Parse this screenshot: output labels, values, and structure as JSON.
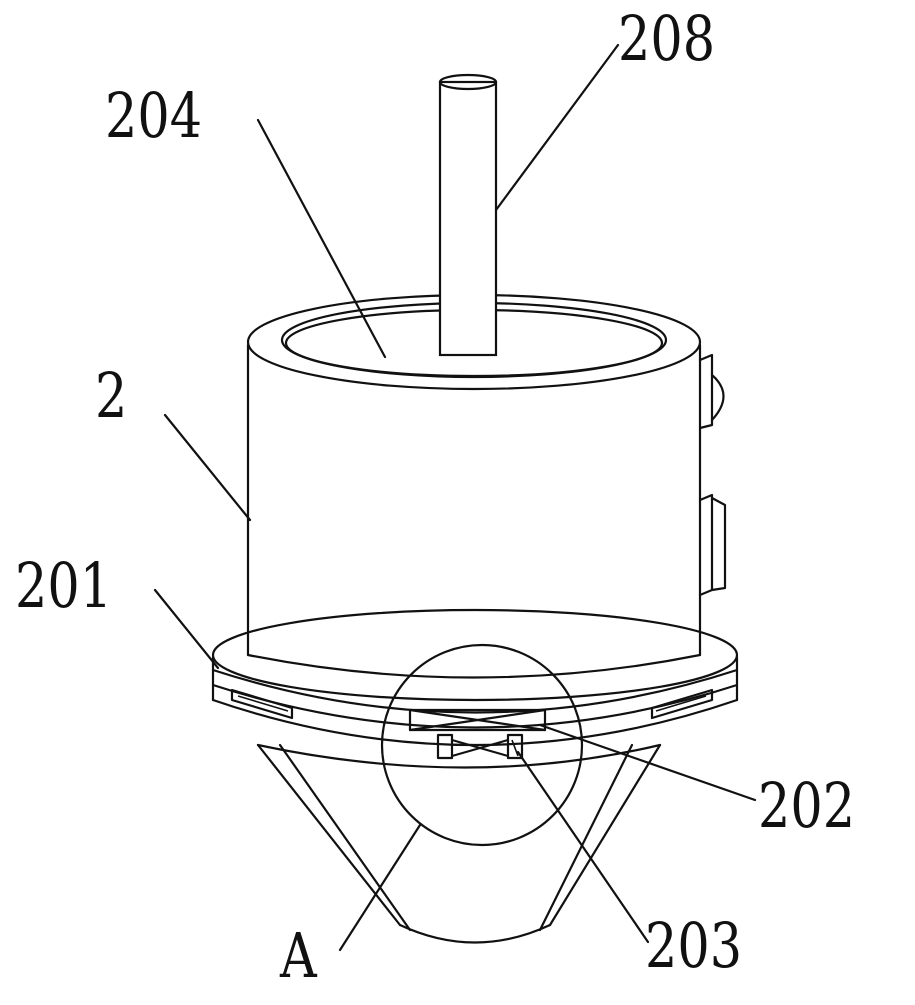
{
  "figure": {
    "labels": {
      "part_2": "2",
      "part_201": "201",
      "part_202": "202",
      "part_203": "203",
      "part_204": "204",
      "part_208": "208",
      "detail_a": "A"
    }
  },
  "colors": {
    "line": "#111111",
    "background": "#ffffff",
    "mesh_dot": "#555555"
  }
}
